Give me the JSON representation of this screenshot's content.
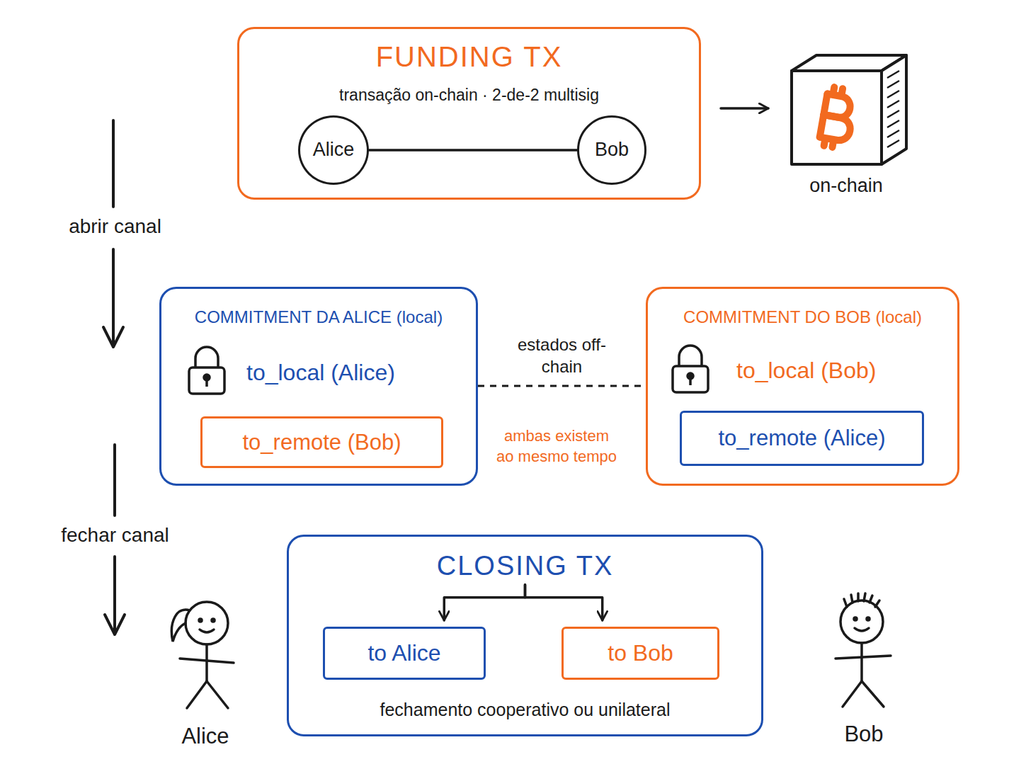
{
  "diagram": {
    "nodes": [
      {
        "text": [
          "FUNDING TX",
          "transação on-chain · 2-de-2 multisig"
        ]
      },
      {
        "text": [
          "Alice"
        ],
        "in": 0
      },
      {
        "text": [
          "Bob"
        ],
        "in": 0
      },
      {
        "text": [
          "on-chain"
        ]
      },
      {
        "text": [
          "COMMITMENT DA ALICE (local)",
          "to_local (Alice)"
        ]
      },
      {
        "text": [
          "to_remote (Bob)"
        ],
        "in": 4
      },
      {
        "text": [
          "COMMITMENT DO BOB (local)",
          "to_local (Bob)"
        ]
      },
      {
        "text": [
          "to_remote (Alice)"
        ],
        "in": 6
      },
      {
        "text": [
          "CLOSING TX",
          "fechamento cooperativo ou unilateral"
        ]
      },
      {
        "text": [
          "to Alice"
        ],
        "in": 8
      },
      {
        "text": [
          "to Bob"
        ],
        "in": 8
      }
    ],
    "edges": [
      {
        "from": 1,
        "to": 2,
        "arrow": "none"
      },
      {
        "from": 0,
        "to": 3,
        "arrow": "to"
      },
      {
        "from": 4,
        "to": 6,
        "arrow": "none",
        "label": "estados off-chain"
      },
      {
        "from": 8,
        "to": 9,
        "arrow": "to"
      },
      {
        "from": 8,
        "to": 10,
        "arrow": "to"
      }
    ],
    "labels": [
      "abrir canal",
      "fechar canal",
      "ambas existem ao mesmo tempo",
      "Alice",
      "Bob"
    ]
  }
}
